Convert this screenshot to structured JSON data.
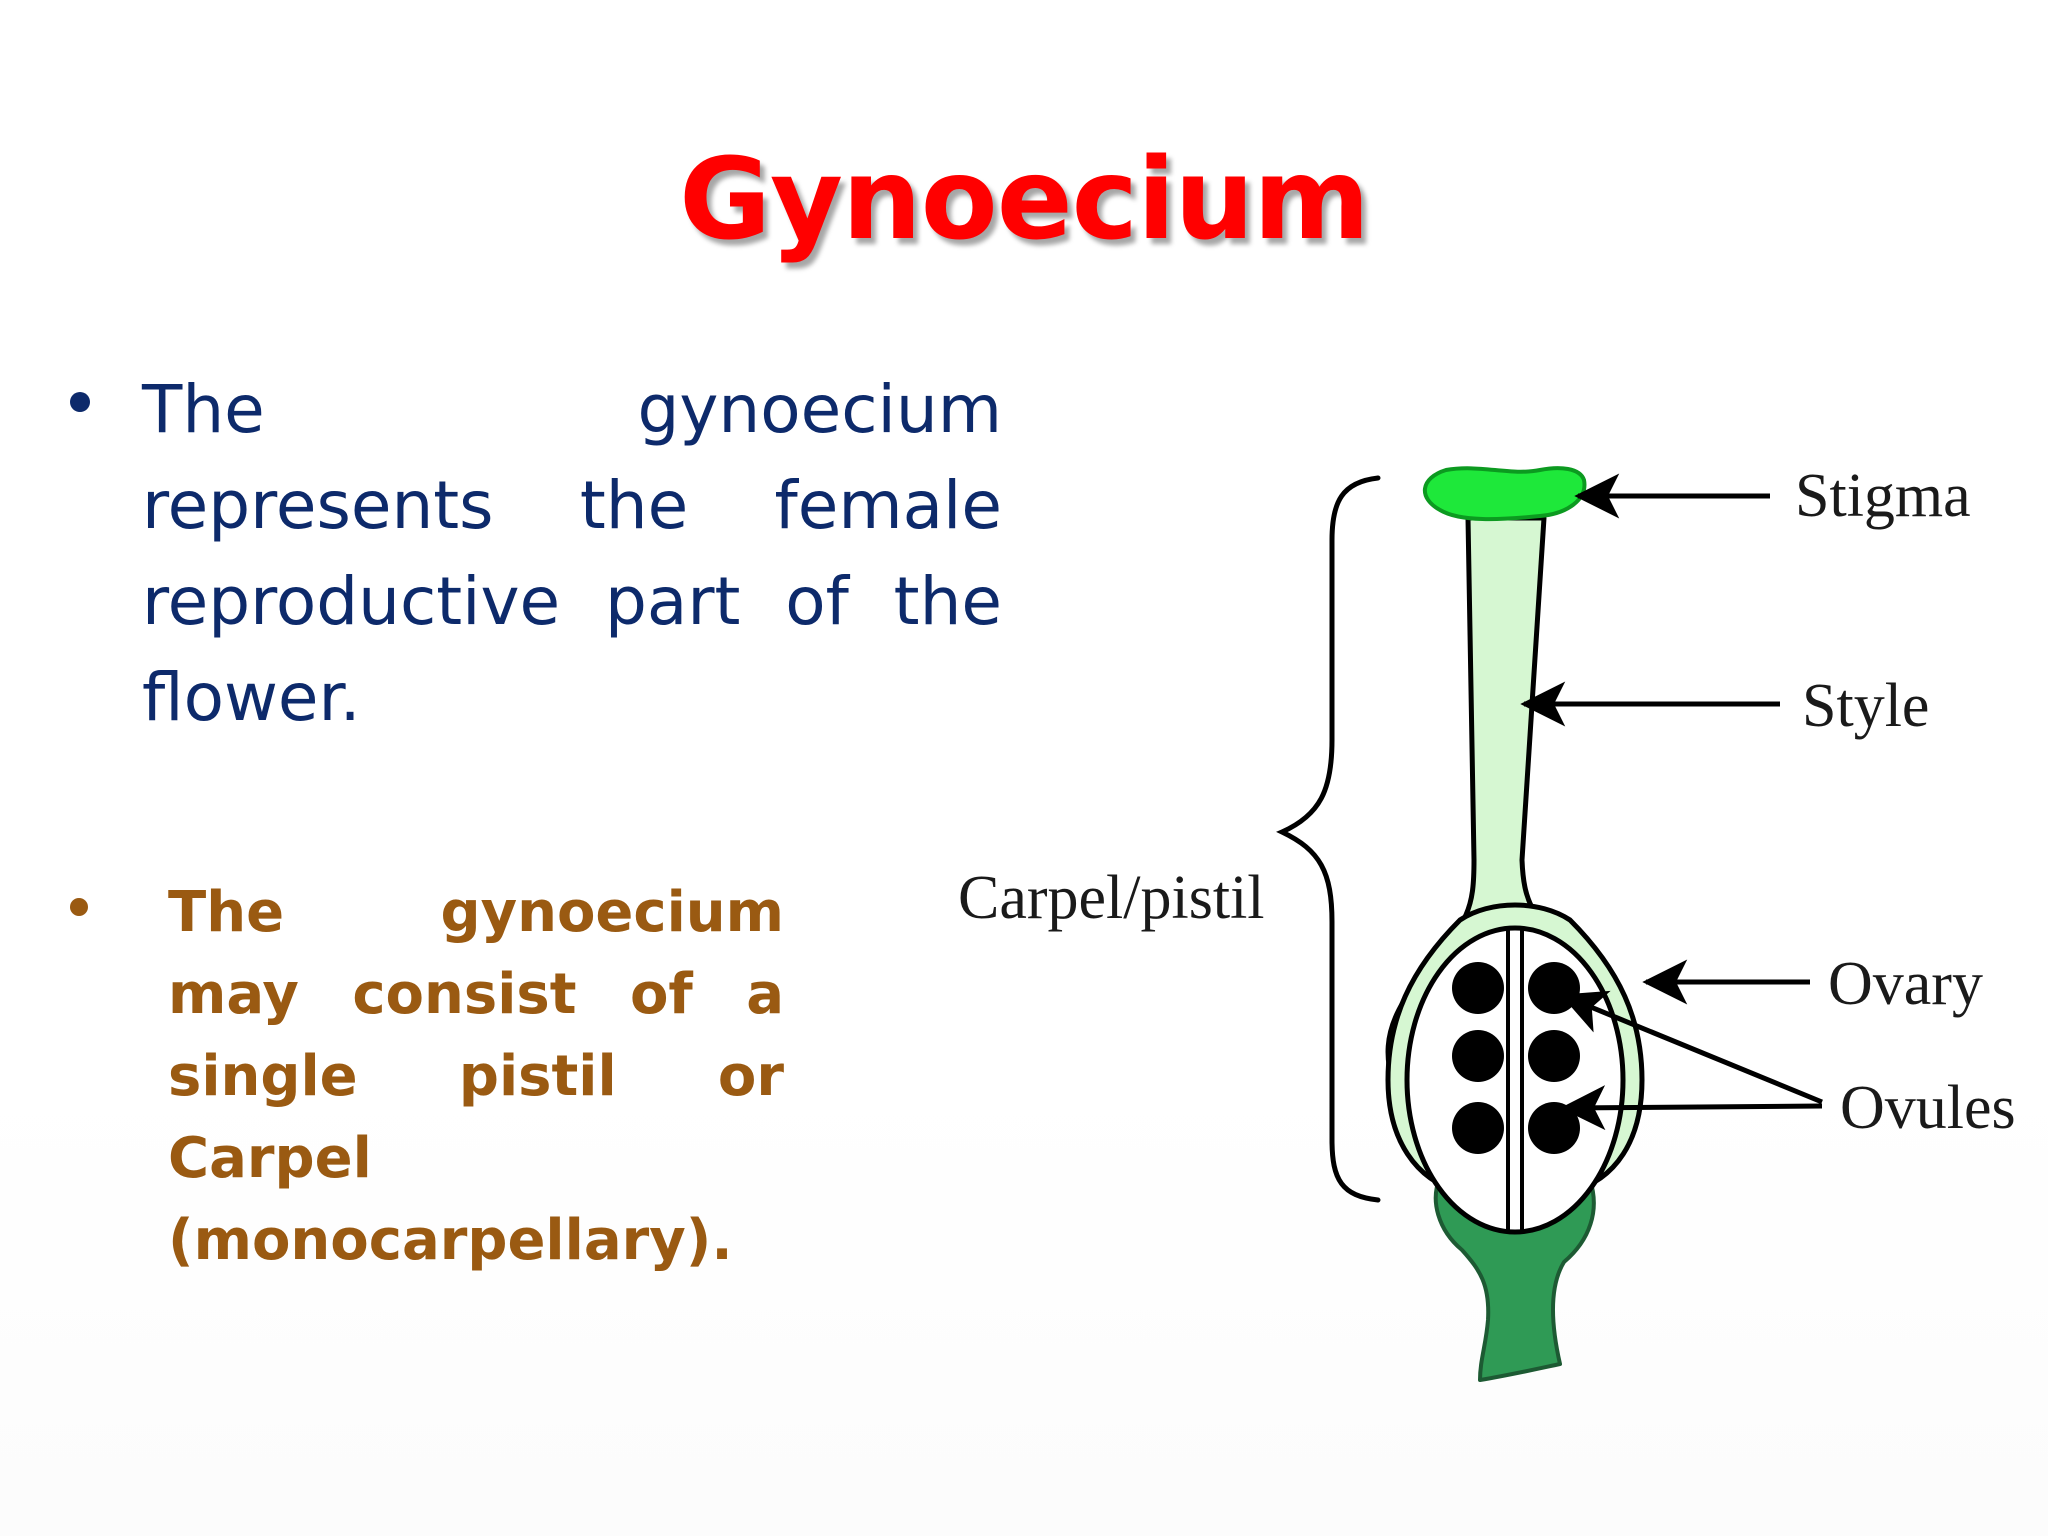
{
  "slide": {
    "title": "Gynoecium",
    "bullets": [
      {
        "text": "The gynoecium represents the female reproductive part of the flower."
      },
      {
        "text": "The gynoecium may consist of a single pistil or Carpel (monocarpellary)."
      }
    ],
    "colors": {
      "title": "#ff0000",
      "bullet_1": "#0d2a6b",
      "bullet_2": "#9a5a12"
    }
  },
  "diagram": {
    "labels": {
      "stigma": "Stigma",
      "style": "Style",
      "ovary": "Ovary",
      "ovules": "Ovules",
      "carpel": "Carpel/pistil"
    },
    "colors": {
      "stigma": "#1ee83a",
      "style": "#d6f7d2",
      "stalk": "#2f9a55",
      "outline": "#000000",
      "ovule": "#000000"
    }
  }
}
